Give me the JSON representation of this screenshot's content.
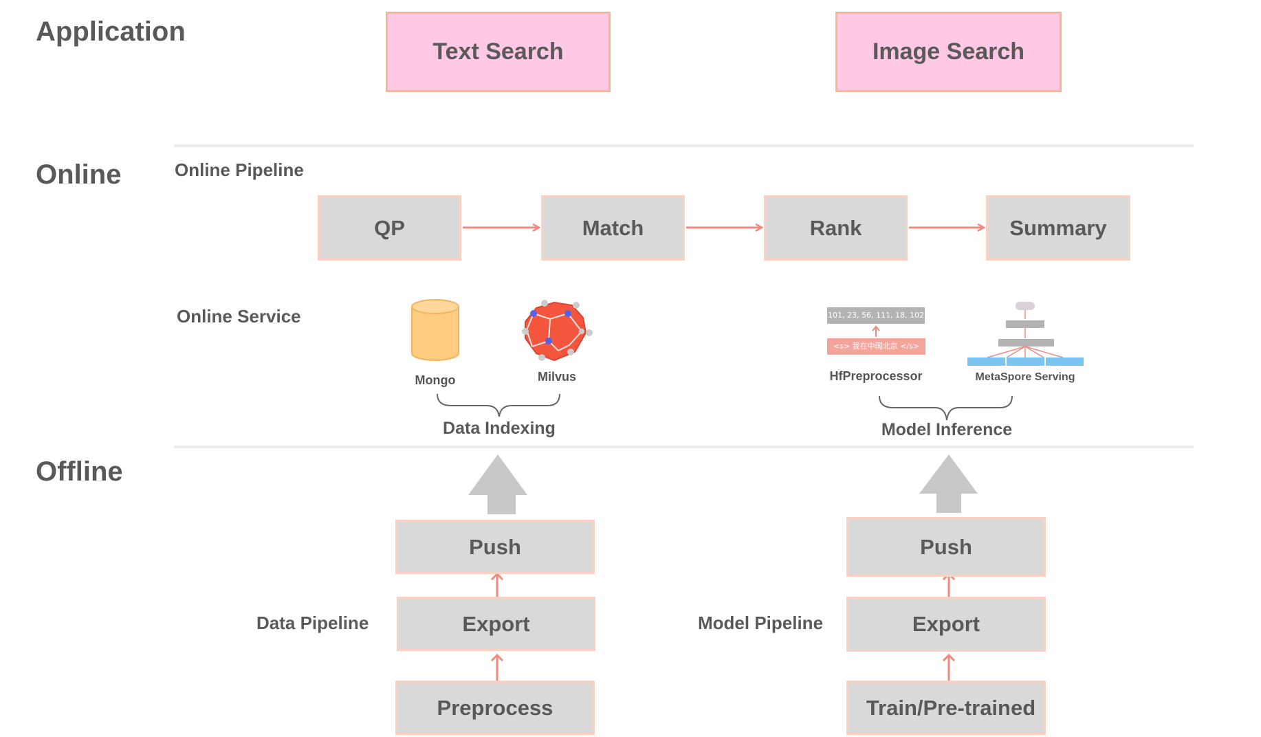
{
  "sections": {
    "application": "Application",
    "online": "Online",
    "offline": "Offline"
  },
  "application": {
    "text_search": "Text Search",
    "image_search": "Image Search"
  },
  "online": {
    "pipeline_label": "Online Pipeline",
    "pipeline_steps": [
      "QP",
      "Match",
      "Rank",
      "Summary"
    ],
    "service_label": "Online Service",
    "data_indexing": {
      "label": "Data Indexing",
      "items": [
        "Mongo",
        "Milvus"
      ]
    },
    "model_inference": {
      "label": "Model Inference",
      "items": [
        "HfPreprocessor",
        "MetaSpore Serving"
      ],
      "token_ids": "101, 23, 56, 111, 18, 102",
      "token_text": "<s> 我在中国北京 </s>"
    }
  },
  "offline": {
    "data_pipeline": {
      "label": "Data Pipeline",
      "steps": [
        "Push",
        "Export",
        "Preprocess"
      ]
    },
    "model_pipeline": {
      "label": "Model Pipeline",
      "steps": [
        "Push",
        "Export",
        "Train/Pre-trained"
      ]
    }
  },
  "colors": {
    "app_box_fill": "#ffc8e4",
    "app_box_border": "#f7b88e",
    "gray_box_fill": "#d9d9d9",
    "arrow": "#f08a7e",
    "big_arrow": "#c8c8c8",
    "mongo": "#ffcc80",
    "milvus": "#f4563d",
    "serving_blue": "#7cc4f2"
  }
}
